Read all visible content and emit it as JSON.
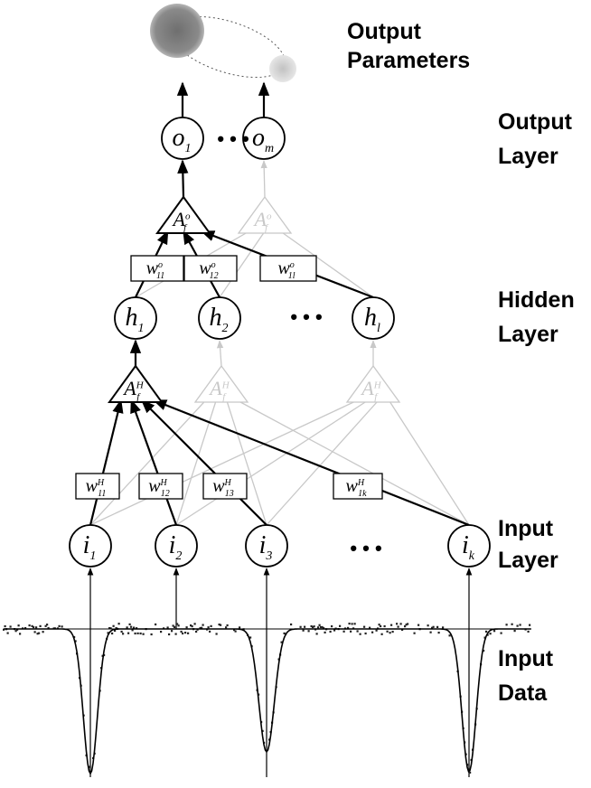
{
  "labels": {
    "output_parameters": [
      "Output",
      "Parameters"
    ],
    "output_layer": [
      "Output",
      "Layer"
    ],
    "hidden_layer": [
      "Hidden",
      "Layer"
    ],
    "input_layer": [
      "Input",
      "Layer"
    ],
    "input_data": [
      "Input",
      "Data"
    ]
  },
  "nodes": {
    "output": [
      {
        "base": "o",
        "sub": "1"
      },
      {
        "base": "o",
        "sub": "m"
      }
    ],
    "hidden": [
      {
        "base": "h",
        "sub": "1"
      },
      {
        "base": "h",
        "sub": "2"
      },
      {
        "base": "h",
        "sub": "l"
      }
    ],
    "input": [
      {
        "base": "i",
        "sub": "1"
      },
      {
        "base": "i",
        "sub": "2"
      },
      {
        "base": "i",
        "sub": "3"
      },
      {
        "base": "i",
        "sub": "k"
      }
    ]
  },
  "activations": {
    "output": {
      "base": "A",
      "sub": "f",
      "sup": "o"
    },
    "hidden": {
      "base": "A",
      "sub": "f",
      "sup": "H"
    }
  },
  "weights": {
    "output": [
      {
        "base": "w",
        "sub": "11",
        "sup": "o"
      },
      {
        "base": "w",
        "sub": "12",
        "sup": "o"
      },
      {
        "base": "w",
        "sub": "1l",
        "sup": "o"
      }
    ],
    "hidden": [
      {
        "base": "w",
        "sub": "11",
        "sup": "H"
      },
      {
        "base": "w",
        "sub": "12",
        "sup": "H"
      },
      {
        "base": "w",
        "sub": "13",
        "sup": "H"
      },
      {
        "base": "w",
        "sub": "1k",
        "sup": "H"
      }
    ]
  },
  "ellipsis": "• • •",
  "colors": {
    "active": "#000000",
    "inactive": "#c8c8c8",
    "star_large": "#8a8a8a",
    "star_small": "#d0d0d0"
  }
}
